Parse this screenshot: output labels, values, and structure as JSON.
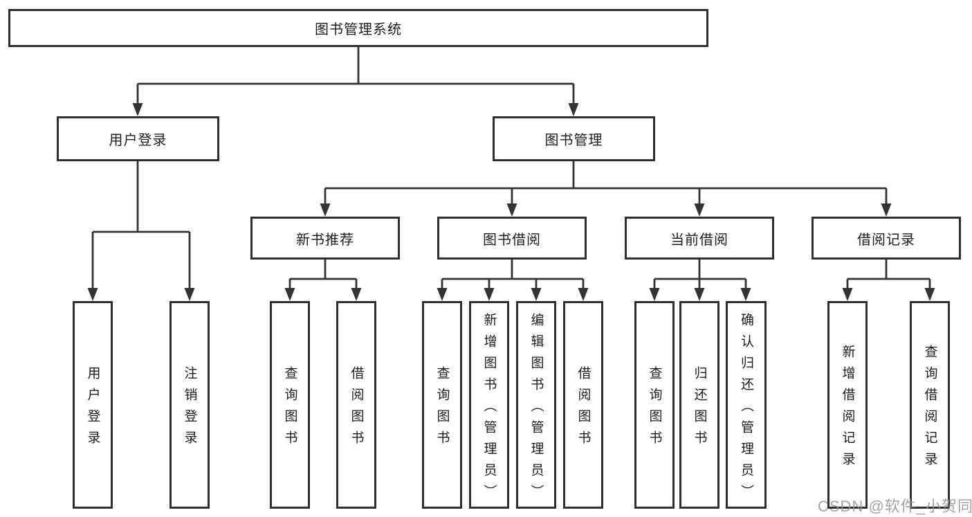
{
  "tree": {
    "label": "图书管理系统",
    "children": [
      {
        "label": "用户登录",
        "children": [
          {
            "label": "用户登录"
          },
          {
            "label": "注销登录"
          }
        ]
      },
      {
        "label": "图书管理",
        "children": [
          {
            "label": "新书推荐",
            "children": [
              {
                "label": "查询图书"
              },
              {
                "label": "借阅图书"
              }
            ]
          },
          {
            "label": "图书借阅",
            "children": [
              {
                "label": "查询图书"
              },
              {
                "label": "新增图书（管理员）"
              },
              {
                "label": "编辑图书（管理员）"
              },
              {
                "label": "借阅图书"
              }
            ]
          },
          {
            "label": "当前借阅",
            "children": [
              {
                "label": "查询图书"
              },
              {
                "label": "归还图书"
              },
              {
                "label": "确认归还（管理员）"
              }
            ]
          },
          {
            "label": "借阅记录",
            "children": [
              {
                "label": "新增借阅记录"
              },
              {
                "label": "查询借阅记录"
              }
            ]
          }
        ]
      }
    ]
  },
  "watermark": {
    "text": "CSDN @软件_小贺同学"
  },
  "colors": {
    "line": "#333333",
    "border": "#2e2e2e",
    "text": "#1c1c1c",
    "background": "#ffffff",
    "watermark": "#919198"
  }
}
